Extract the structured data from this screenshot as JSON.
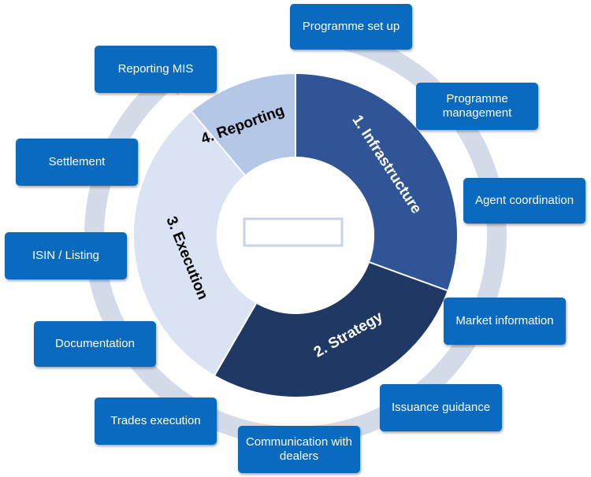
{
  "phases": [
    {
      "label": "1. Infrastructure",
      "color": "#2f5597",
      "text_color": "#ffffff"
    },
    {
      "label": "2. Strategy",
      "color": "#1f3864",
      "text_color": "#ffffff"
    },
    {
      "label": "3. Execution",
      "color": "#dae3f3",
      "text_color": "#000000"
    },
    {
      "label": "4. Reporting",
      "color": "#b4c7e7",
      "text_color": "#000000"
    }
  ],
  "center_label": "",
  "activities": {
    "programme_set_up": "Programme set up",
    "programme_management": "Programme management",
    "agent_coordination": "Agent coordination",
    "market_information": "Market information",
    "issuance_guidance": "Issuance guidance",
    "communication_with_dealers": "Communication with dealers",
    "trades_execution": "Trades execution",
    "documentation": "Documentation",
    "isin_listing": "ISIN / Listing",
    "settlement": "Settlement",
    "reporting_mis": "Reporting MIS"
  },
  "colors": {
    "box": "#0a6abf",
    "arrow_ring": "#d4dbe8"
  }
}
